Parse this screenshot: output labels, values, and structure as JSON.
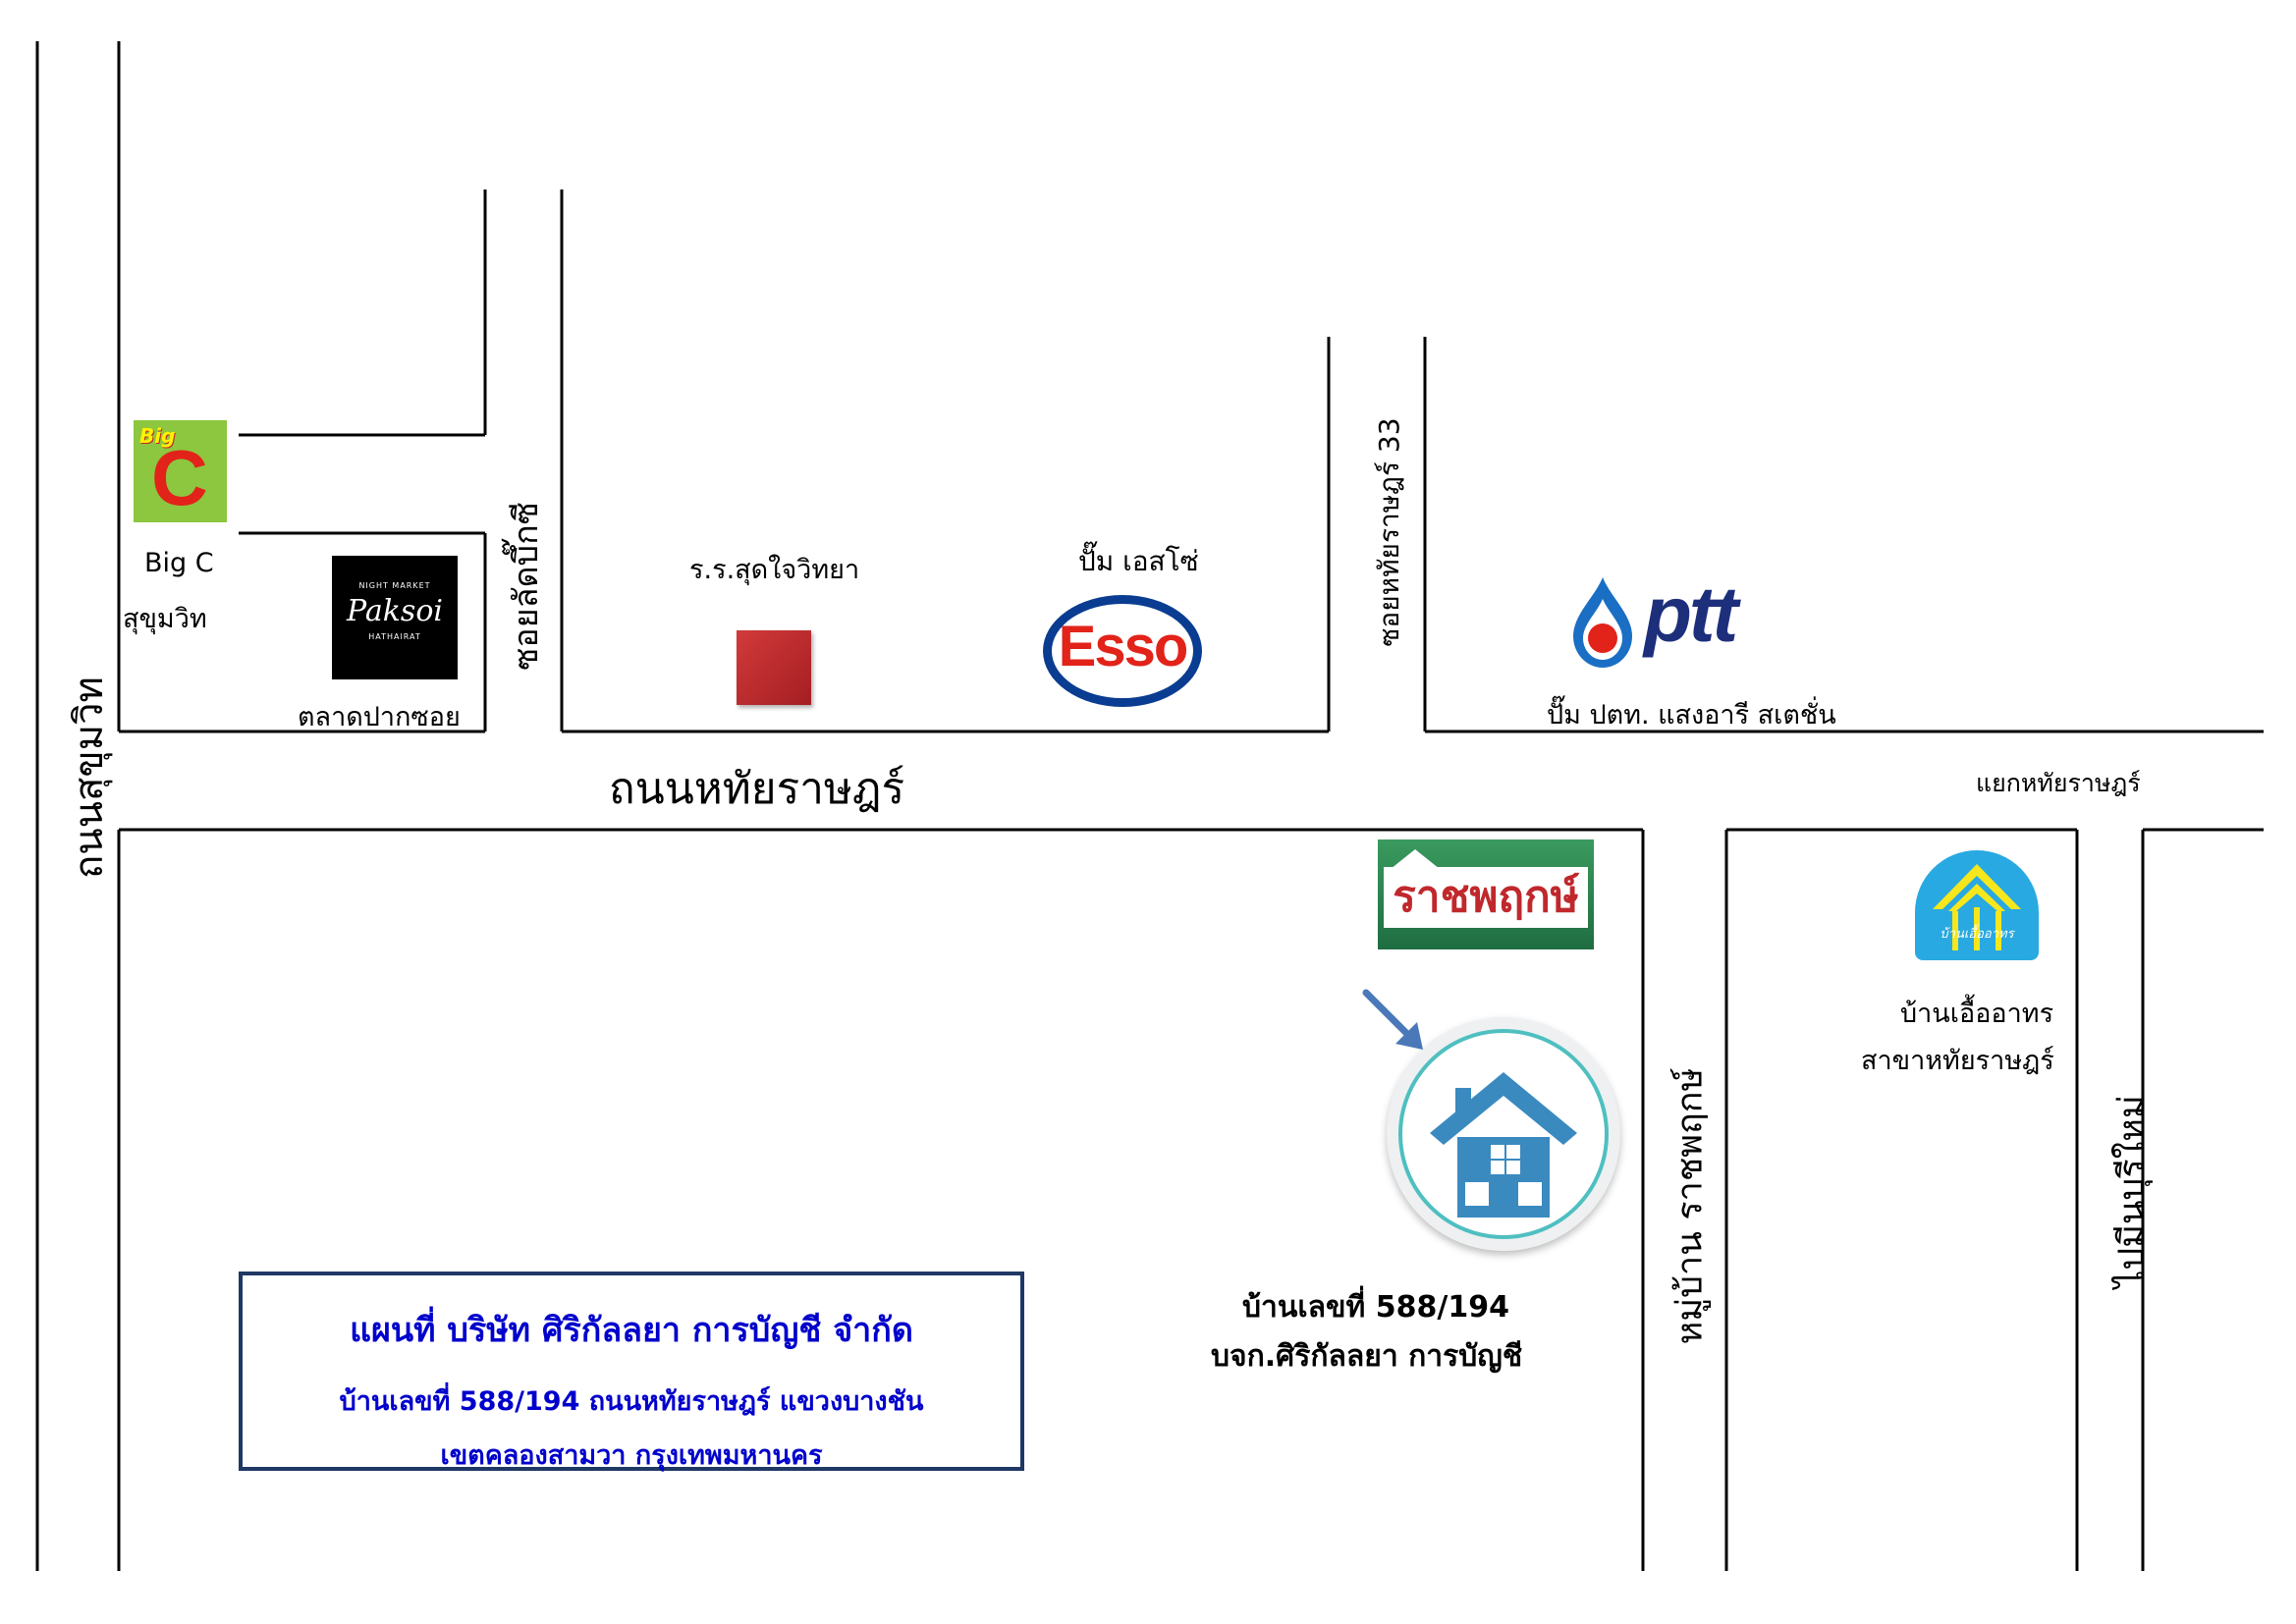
{
  "map": {
    "roads": {
      "sukhumvit": "ถนนสุขุมวิท",
      "hathairat": "ถนนหทัยราษฎร์",
      "soi_lat_bik_si": "ซอยลัดบึ๊กซี",
      "soi_hathairat_33": "ซอยหทัยราษฎร์ 33",
      "hathairat_junction": "แยกหทัยราษฎร์",
      "muban_ratchaphruek": "หมู่บ้าน ราชพฤกษ์",
      "pai_min_buri_mai": "ไปมีนบุรีใหม่"
    },
    "landmarks": {
      "bigc_line1": "Big C",
      "bigc_line2": "สุขุมวิท",
      "bigc_logo_text": "Big",
      "bigc_logo_letter": "C",
      "paksoi_top": "NIGHT MARKET",
      "paksoi_brand": "Paksoi",
      "paksoi_bottom": "HATHAIRAT",
      "paksoi_label": "ตลาดปากซอย",
      "school": "ร.ร.สุดใจวิทยา",
      "esso_label": "ปั๊ม เอสโซ่",
      "esso_logo": "Esso",
      "ptt_logo": "ptt",
      "ptt_label": "ปั๊ม ปตท. แสงอารี สเตชั่น",
      "ratchaphruek_sign": "ราชพฤกษ์",
      "baan_uea_logo": "บ้านเอื้ออาทร",
      "baan_uea_line1": "บ้านเอื้ออาทร",
      "baan_uea_line2": "สาขาหทัยราษฎร์",
      "house_line1": "บ้านเลขที่ 588/194",
      "house_line2": "บจก.ศิริกัลลยา การบัญชี"
    },
    "info_box": {
      "title": "แผนที่ บริษัท ศิริกัลลยา การบัญชี จำกัด",
      "address_line1": "บ้านเลขที่ 588/194 ถนนหทัยราษฎร์ แขวงบางชัน",
      "address_line2": "เขตคลองสามวา กรุงเทพมหานคร"
    },
    "colors": {
      "road_line": "#000000",
      "title_blue": "#0000cc",
      "box_border": "#1f3864",
      "esso_red": "#e2231a",
      "esso_blue": "#0a3d91",
      "ptt_blue": "#1d2f7b",
      "bigc_green": "#8dc63f",
      "bigc_red": "#e2231a",
      "house_icon": "#3a8ac0",
      "school_red": "#c0282c",
      "ratchaphruek_green": "#2e8b57"
    }
  }
}
